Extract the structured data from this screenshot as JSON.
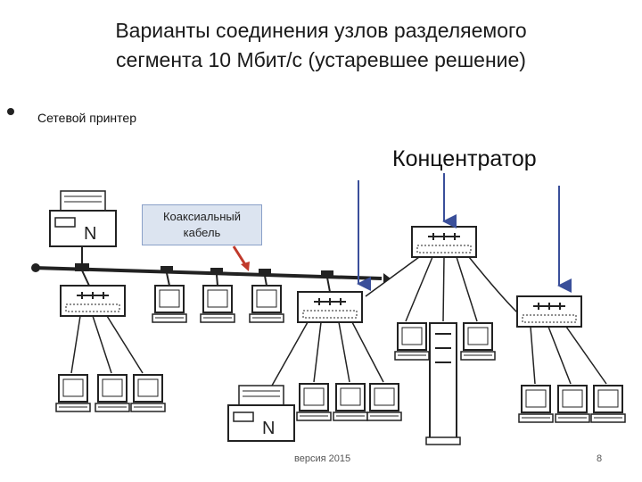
{
  "slide": {
    "title_line1": "Варианты соединения узлов разделяемого",
    "title_line2": "сегмента 10 Мбит/с (устаревшее решение)",
    "bullet": "Сетевой принтер",
    "hub_label": "Концентратор",
    "callout_line1": "Коаксиальный",
    "callout_line2": "кабель",
    "footer": "версия 2015",
    "page_number": "8"
  },
  "colors": {
    "callout_bg": "#dce4f0",
    "callout_border": "#8aa0c8",
    "arrow_blue": "#3a4f9a",
    "arrow_red": "#c0392b"
  }
}
